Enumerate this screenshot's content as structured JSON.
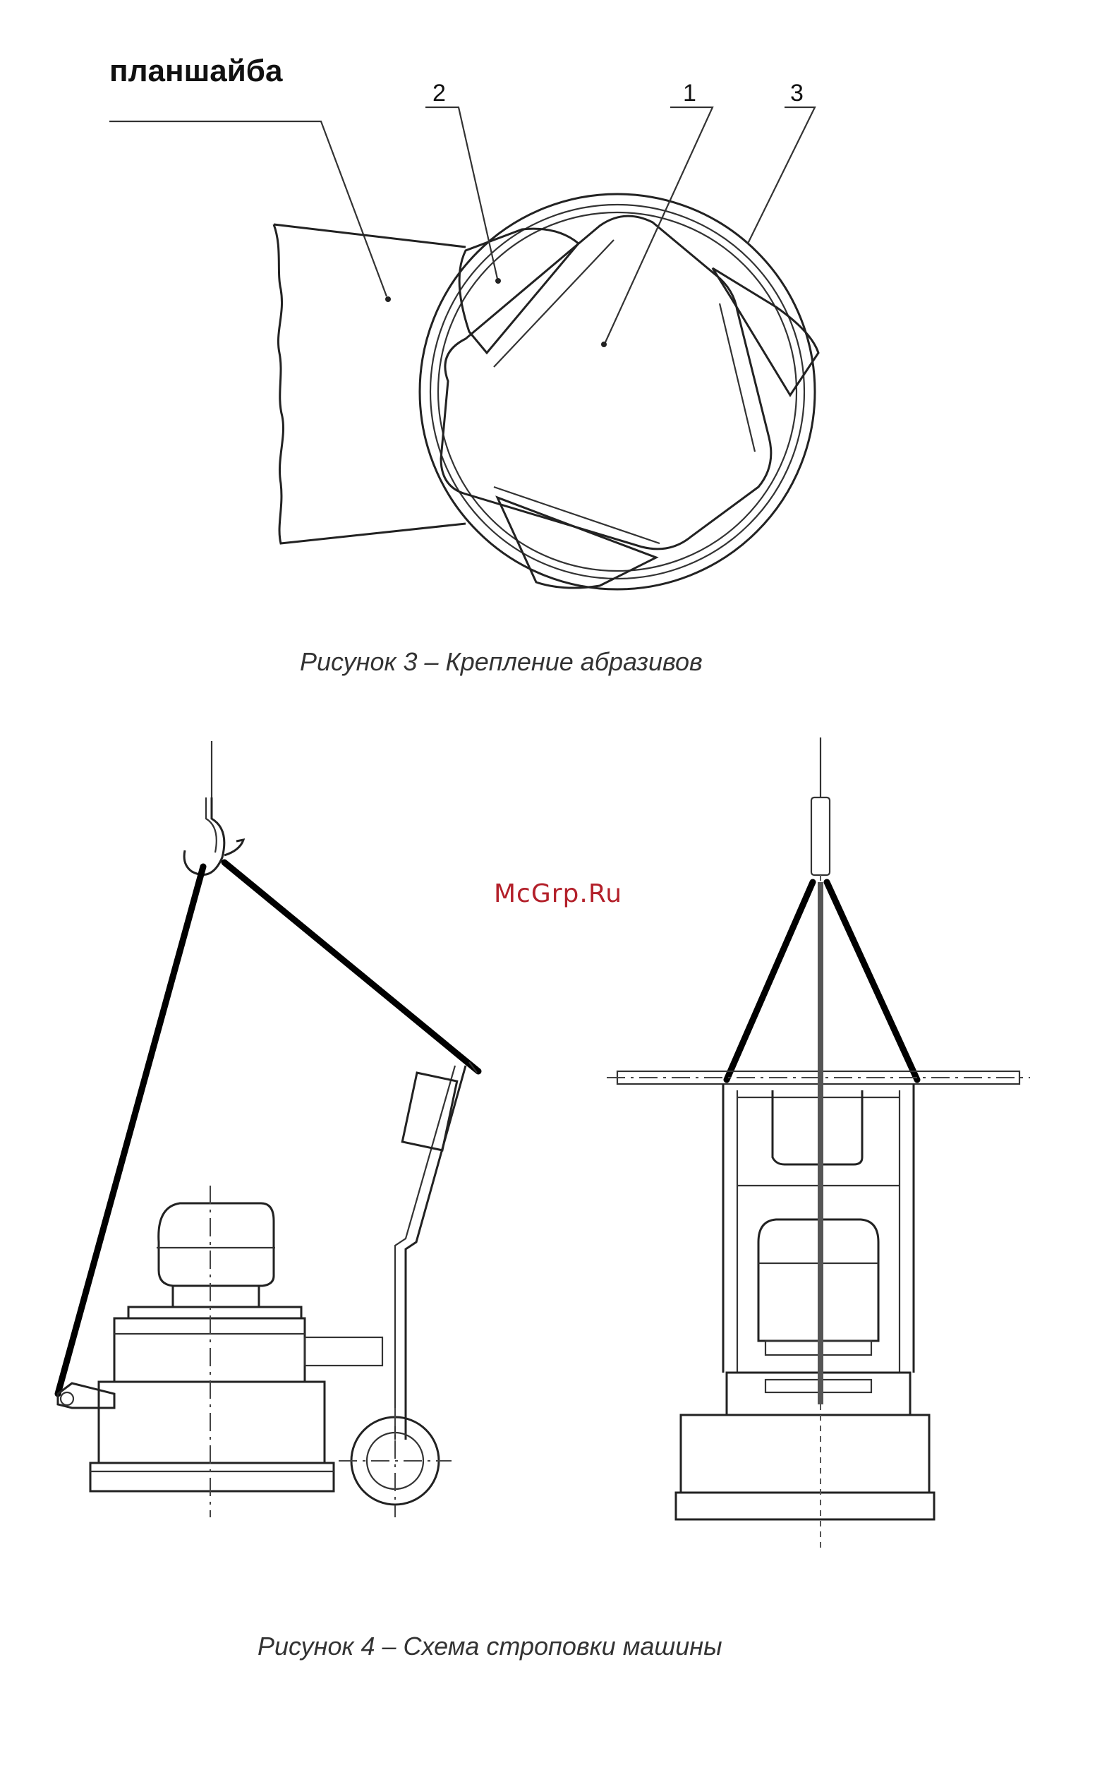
{
  "figure3": {
    "title": "планшайба",
    "callouts": [
      "2",
      "1",
      "3"
    ],
    "caption": "Рисунок 3  – Крепление абразивов"
  },
  "figure4": {
    "caption": "Рисунок 4  – Схема строповки машины"
  },
  "watermark": "McGrp.Ru"
}
